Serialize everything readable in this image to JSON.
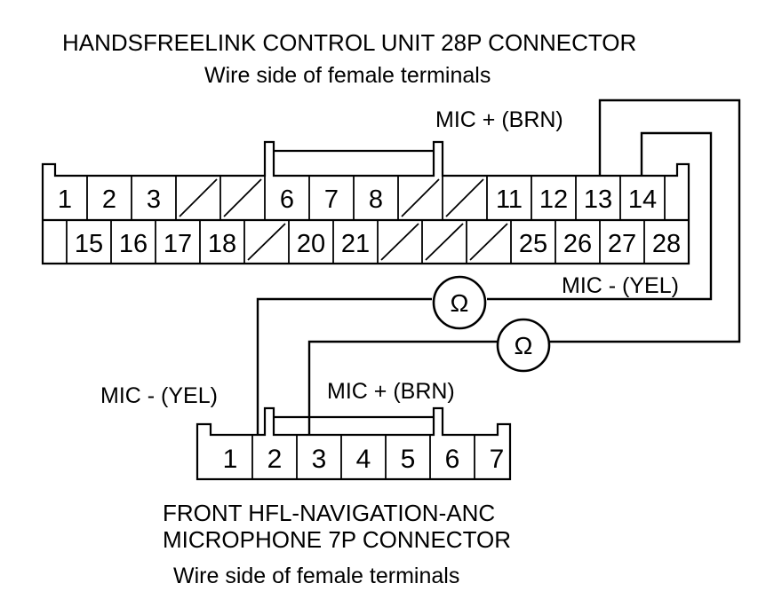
{
  "connector_28p": {
    "title": "HANDSFREELINK CONTROL UNIT 28P CONNECTOR",
    "subtitle": "Wire side of female terminals",
    "row1": [
      {
        "label": "1",
        "empty": false
      },
      {
        "label": "2",
        "empty": false
      },
      {
        "label": "3",
        "empty": false
      },
      {
        "label": "",
        "empty": true
      },
      {
        "label": "",
        "empty": true
      },
      {
        "label": "6",
        "empty": false
      },
      {
        "label": "7",
        "empty": false
      },
      {
        "label": "8",
        "empty": false
      },
      {
        "label": "",
        "empty": true
      },
      {
        "label": "",
        "empty": true
      },
      {
        "label": "11",
        "empty": false
      },
      {
        "label": "12",
        "empty": false
      },
      {
        "label": "13",
        "empty": false
      },
      {
        "label": "14",
        "empty": false
      }
    ],
    "row2": [
      {
        "label": "15",
        "empty": false
      },
      {
        "label": "16",
        "empty": false
      },
      {
        "label": "17",
        "empty": false
      },
      {
        "label": "18",
        "empty": false
      },
      {
        "label": "",
        "empty": true
      },
      {
        "label": "20",
        "empty": false
      },
      {
        "label": "21",
        "empty": false
      },
      {
        "label": "",
        "empty": true
      },
      {
        "label": "",
        "empty": true
      },
      {
        "label": "",
        "empty": true
      },
      {
        "label": "25",
        "empty": false
      },
      {
        "label": "26",
        "empty": false
      },
      {
        "label": "27",
        "empty": false
      },
      {
        "label": "28",
        "empty": false
      }
    ]
  },
  "connector_7p": {
    "title_line1": "FRONT HFL-NAVIGATION-ANC",
    "title_line2": "MICROPHONE 7P CONNECTOR",
    "subtitle": "Wire side of female terminals",
    "pins": [
      "1",
      "2",
      "3",
      "4",
      "5",
      "6",
      "7"
    ]
  },
  "wires": {
    "mic_plus_top": "MIC +  (BRN)",
    "mic_minus_right": "MIC -  (YEL)",
    "mic_minus_left": "MIC -  (YEL)",
    "mic_plus_bottom": "MIC +  (BRN)"
  },
  "meters": {
    "symbol": "Ω"
  }
}
